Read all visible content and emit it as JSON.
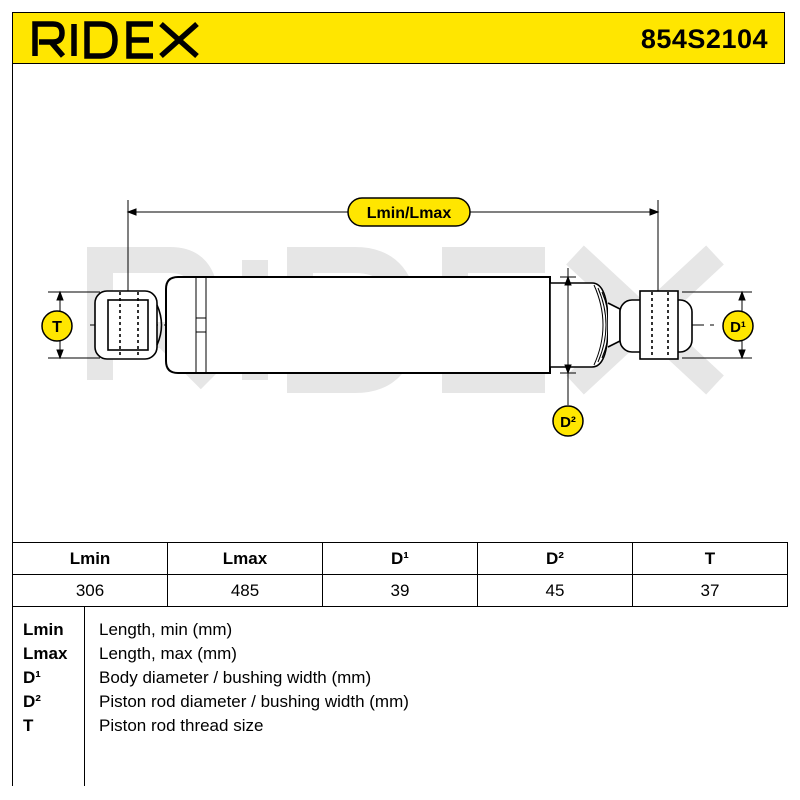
{
  "header": {
    "brand": "RIDEX",
    "part_number": "854S2104"
  },
  "drawing": {
    "dimension_lengths": "Lmin/Lmax",
    "dimension_t": "T",
    "dimension_d1": "D¹",
    "dimension_d2": "D²",
    "watermark": "RIDEX"
  },
  "specs": {
    "headers": [
      "Lmin",
      "Lmax",
      "D¹",
      "D²",
      "T"
    ],
    "values": [
      "306",
      "485",
      "39",
      "45",
      "37"
    ]
  },
  "legend": [
    {
      "key": "Lmin",
      "text": "Length, min (mm)"
    },
    {
      "key": "Lmax",
      "text": "Length, max (mm)"
    },
    {
      "key": "D¹",
      "text": "Body diameter / bushing width (mm)"
    },
    {
      "key": "D²",
      "text": "Piston rod diameter / bushing width (mm)"
    },
    {
      "key": "T",
      "text": "Piston rod thread size"
    }
  ],
  "colors": {
    "brand_yellow": "#ffe600",
    "watermark_gray": "#e6e6e6"
  }
}
